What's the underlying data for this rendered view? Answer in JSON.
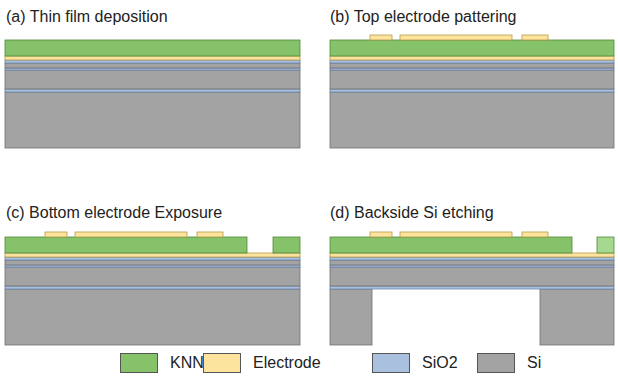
{
  "diagram": {
    "labels": [
      "(a) Thin film deposition",
      "(b) Top electrode pattering",
      "(c) Bottom electrode Exposure",
      "(d) Backside Si etching"
    ],
    "legend": [
      {
        "text": "KNN",
        "color": "#86c26a"
      },
      {
        "text": "Electrode",
        "color": "#fde49e"
      },
      {
        "text": "SiO2",
        "color": "#a9c0de"
      },
      {
        "text": "Si",
        "color": "#a3a3a3"
      }
    ]
  }
}
